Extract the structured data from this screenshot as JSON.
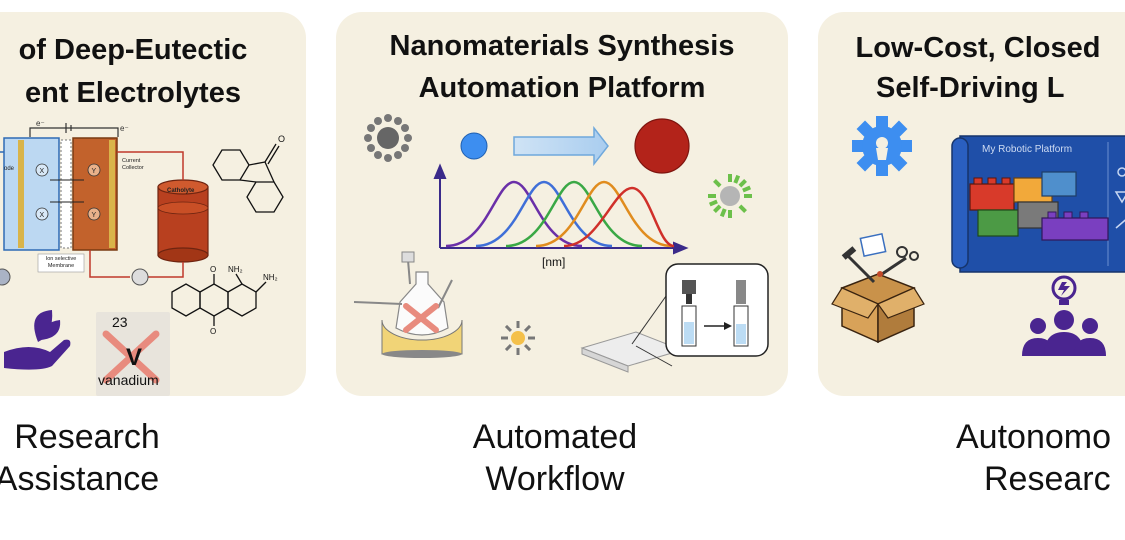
{
  "panels": [
    {
      "title_line1": "of Deep-Eutectic",
      "title_line2": "ent Electrolytes",
      "caption_line1": "Research",
      "caption_line2": "Assistance",
      "cell_labels": {
        "sigma_left": "e⁻",
        "sigma_right": "e⁻",
        "electrode": "ode",
        "current_collector": "Current Collector",
        "catholyte": "Catholyte",
        "membrane": "Ion selective Membrane",
        "x": "X",
        "y": "Y"
      },
      "molecule_labels": {
        "nh2_a": "NH₂",
        "nh2_b": "NH₂"
      },
      "vanadium": {
        "number": "23",
        "symbol": "V",
        "name": "vanadium"
      }
    },
    {
      "title_line1": "Nanomaterials Synthesis",
      "title_line2": "Automation Platform",
      "caption_line1": "Automated",
      "caption_line2": "Workflow",
      "spectrum_axis_label": "[nm]"
    },
    {
      "title_line1": "Low-Cost, Closed",
      "title_line2": "Self-Driving L",
      "caption_line1": "Autonomo",
      "caption_line2": "Researc",
      "blueprint_title": "My Robotic Platform"
    }
  ],
  "colors": {
    "panel_bg": "#f5f0e1",
    "blue_icon": "#3d8ef0",
    "purple_icon": "#4a2590",
    "red_particle": "#b3231a",
    "green_particle": "#6cc04a"
  }
}
